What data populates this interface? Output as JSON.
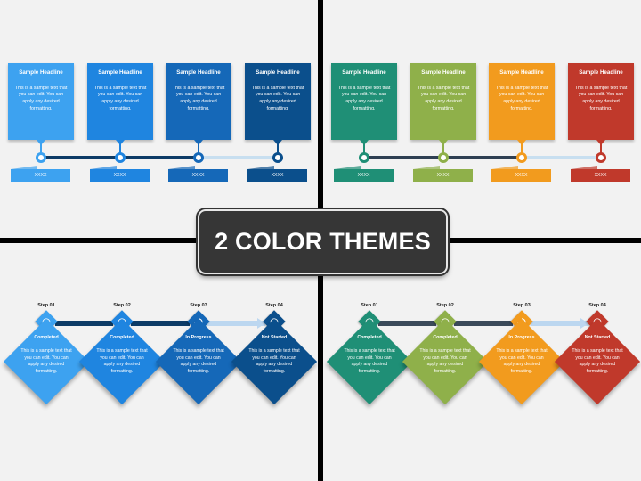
{
  "banner": {
    "title": "2 COLOR THEMES"
  },
  "timeline": {
    "cards": [
      {
        "headline": "Sample Headline",
        "body": "This is a sample text that you can edit. You can apply any desired formatting.",
        "footer": "XXXX"
      },
      {
        "headline": "Sample Headline",
        "body": "This is a sample text that you can edit. You can apply any desired formatting.",
        "footer": "XXXX"
      },
      {
        "headline": "Sample Headline",
        "body": "This is a sample text that you can edit. You can apply any desired formatting.",
        "footer": "XXXX"
      },
      {
        "headline": "Sample Headline",
        "body": "This is a sample text that you can edit. You can apply any desired formatting.",
        "footer": "XXXX"
      }
    ]
  },
  "steps": {
    "items": [
      {
        "step": "Step 01",
        "status": "Completed",
        "body": "This is a sample text that you can edit. You can apply any desired formatting.",
        "icon": "check-icon"
      },
      {
        "step": "Step 02",
        "status": "Completed",
        "body": "This is a sample text that you can edit. You can apply any desired formatting.",
        "icon": "check-icon"
      },
      {
        "step": "Step 03",
        "status": "In Progress",
        "body": "This is a sample text that you can edit. You can apply any desired formatting.",
        "icon": "progress-ring-icon"
      },
      {
        "step": "Step 04",
        "status": "Not Started",
        "body": "This is a sample text that you can edit. You can apply any desired formatting.",
        "icon": "stop-icon"
      }
    ]
  },
  "themes": {
    "blue": [
      "#3da2f0",
      "#1f85e0",
      "#1568b8",
      "#0b4f8c"
    ],
    "multi": [
      "#1f8f76",
      "#8fb04a",
      "#f29b1e",
      "#c0392b"
    ]
  }
}
